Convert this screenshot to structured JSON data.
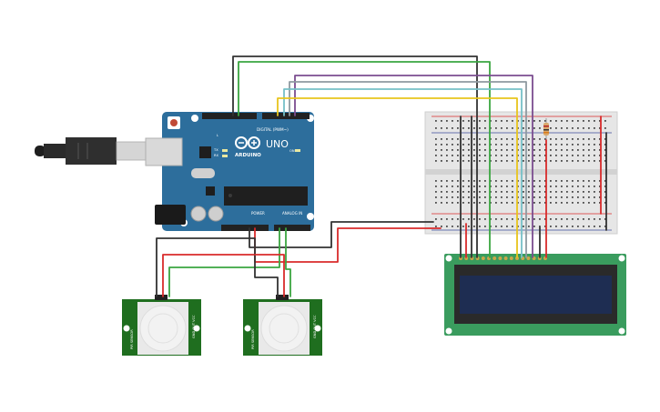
{
  "arduino": {
    "brand": "ARDUINO",
    "model": "UNO",
    "digital_label": "DIGITAL (PWM~)",
    "power_label": "POWER",
    "analog_label": "ANALOG IN",
    "tx_label": "TX",
    "rx_label": "RX",
    "l_label": "L",
    "on_label": "ON"
  },
  "pir_sensor_1": {
    "label": "PIR SENSOR",
    "pins": "GND OUT VCC"
  },
  "pir_sensor_2": {
    "label": "PIR SENSOR",
    "pins": "GND OUT VCC"
  },
  "lcd": {
    "pin_count": 16
  },
  "colors": {
    "board": "#2d6e9c",
    "wire_black": "#333333",
    "wire_red": "#d92b2b",
    "wire_green": "#3aa640",
    "wire_purple": "#7b4d90",
    "wire_gray": "#8e9aa0",
    "wire_cyan": "#76c0c8",
    "wire_yellow": "#e8c51c",
    "lcd_screen": "#1e2d52",
    "pcb_green": "#3a9c5e"
  }
}
